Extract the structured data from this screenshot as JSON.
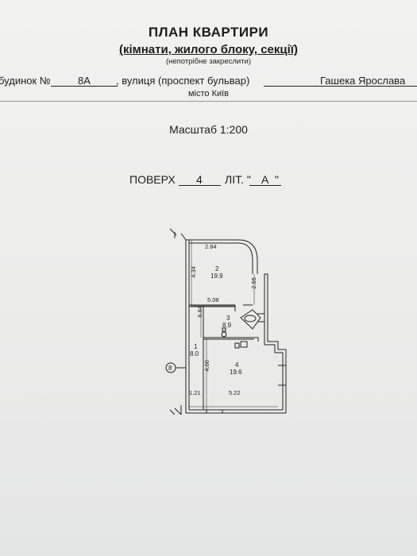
{
  "header": {
    "title": "ПЛАН КВАРТИРИ",
    "subtitle": "(кімнати, жилого блоку, секції)",
    "note": "(непотрібне закреслити)"
  },
  "address": {
    "building_label": "будинок №",
    "building_number": "8А",
    "street_label": ", вулиця (проспект бульвар)",
    "street_name": "Гашека Ярослава",
    "city": "місто Київ"
  },
  "scale": "Масштаб 1:200",
  "floor": {
    "label": "ПОВЕРХ",
    "number": "4",
    "lit_label": "ЛІТ. \"",
    "lit_value": "А",
    "lit_close": "\""
  },
  "plan": {
    "rooms": [
      {
        "id": "2",
        "area": "19.9"
      },
      {
        "id": "3",
        "area": "8.9"
      },
      {
        "id": "1",
        "area": "8.0"
      },
      {
        "id": "4",
        "area": "19.6"
      }
    ],
    "dimensions": [
      "2.84",
      "4.34",
      "2.55",
      "5.08",
      "6.64",
      "4.00",
      "1.21",
      "5.22"
    ],
    "axis_marker": "8"
  }
}
